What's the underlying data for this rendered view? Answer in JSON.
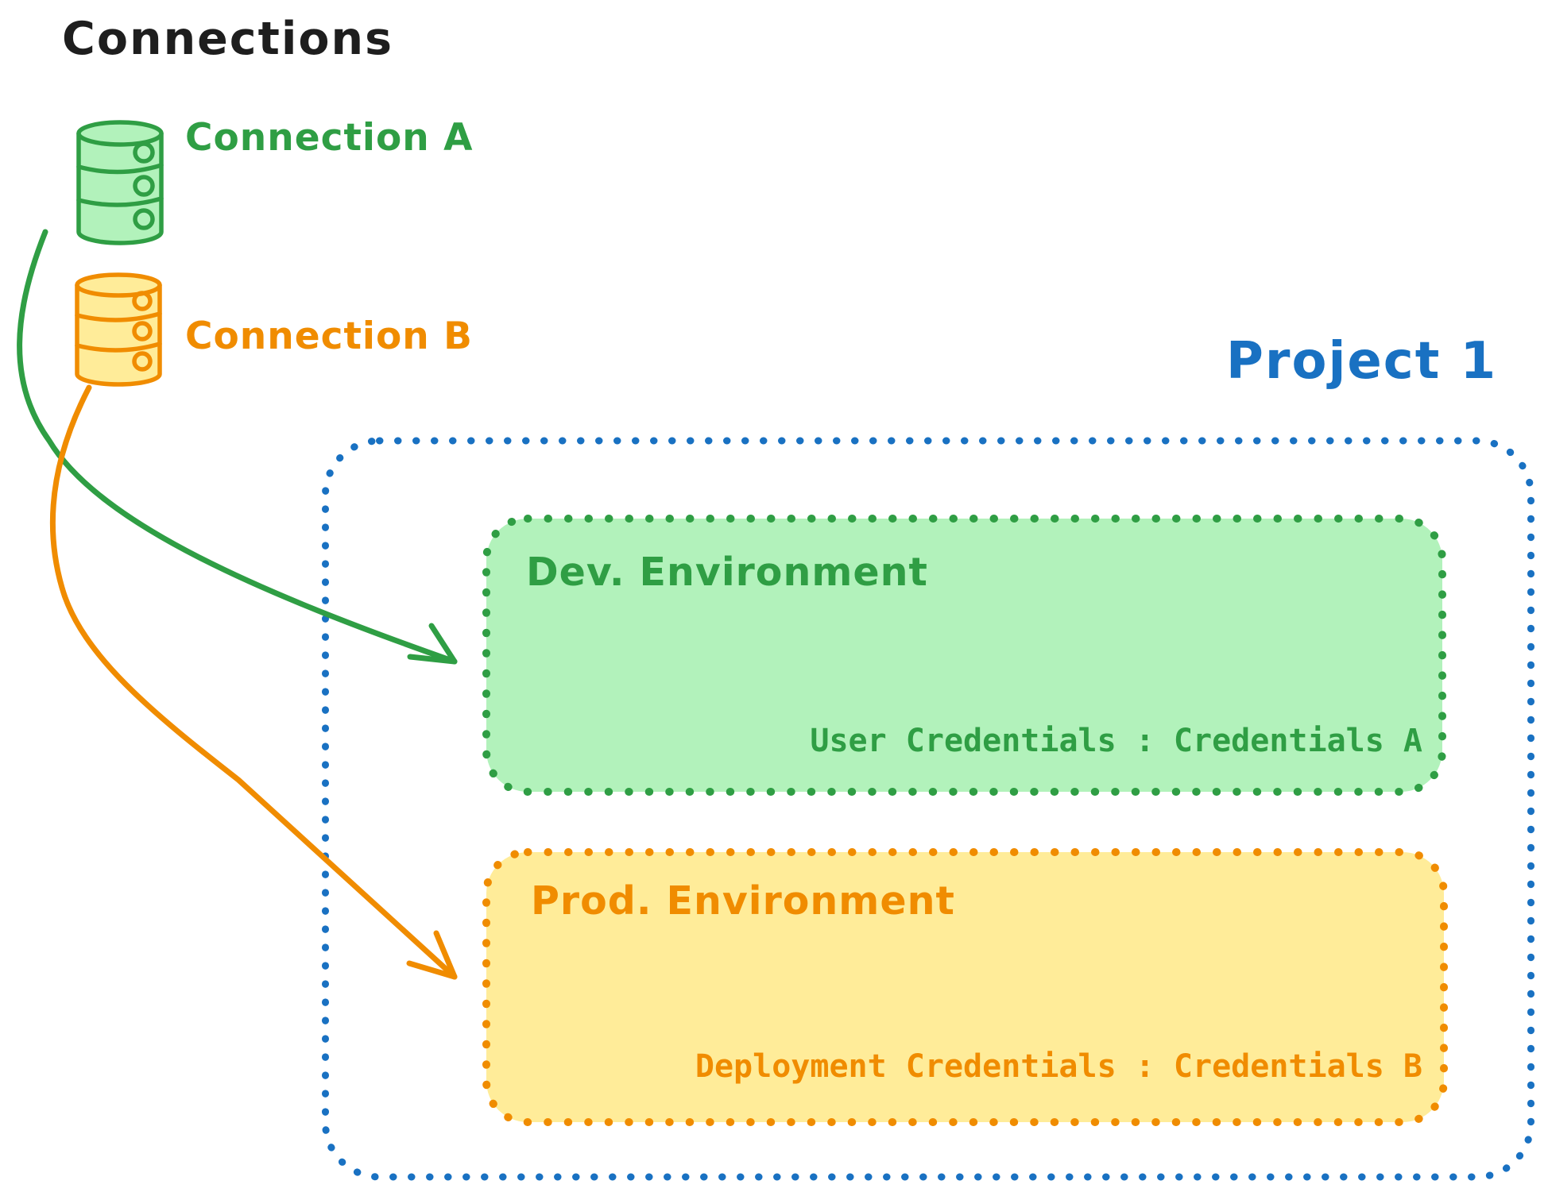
{
  "canvas": {
    "title": "Connections"
  },
  "palette": {
    "green": "#2f9e44",
    "green_fill": "#b2f2bb",
    "orange": "#f08c00",
    "orange_fill": "#ffec99",
    "blue": "#1971c2",
    "ink": "#1e1e1e"
  },
  "connections": [
    {
      "label": "Connection A",
      "color": "#2f9e44",
      "icon": "database-icon"
    },
    {
      "label": "Connection B",
      "color": "#f08c00",
      "icon": "database-icon"
    }
  ],
  "project": {
    "title": "Project 1",
    "color": "#1971c2",
    "environments": [
      {
        "name": "Dev. Environment",
        "credentials": "User Credentials : Credentials A",
        "accent": "#2f9e44",
        "fill": "#b2f2bb",
        "source_connection": "Connection A"
      },
      {
        "name": "Prod. Environment",
        "credentials": "Deployment Credentials : Credentials B",
        "accent": "#f08c00",
        "fill": "#ffec99",
        "source_connection": "Connection B"
      }
    ]
  }
}
